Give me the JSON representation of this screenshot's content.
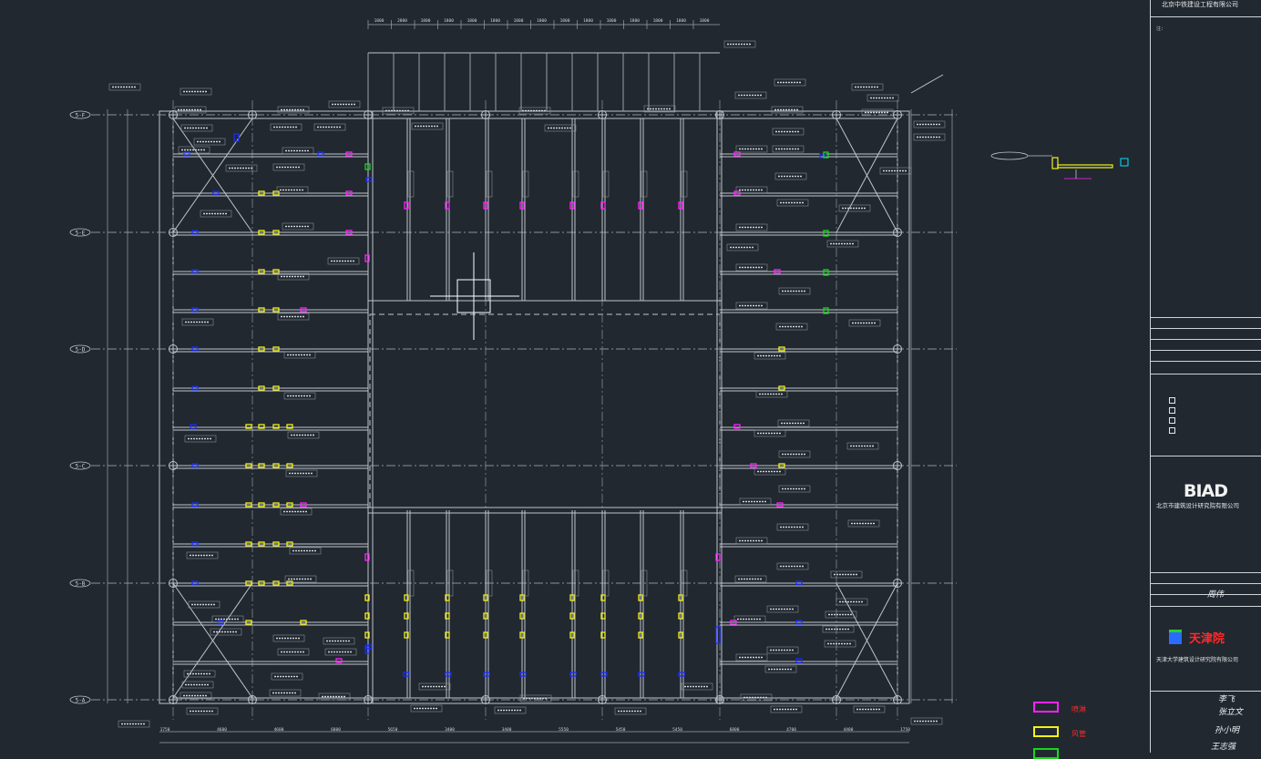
{
  "colors": {
    "background": "#212830",
    "structure": "#bfc4cc",
    "label": "#d7d7d7",
    "magenta_marker": "#ff22ff",
    "yellow_marker": "#f2f21a",
    "blue_marker": "#1a2cff",
    "green_marker": "#18d818",
    "cyan_marker": "#00e5ff"
  },
  "legend": {
    "items": [
      {
        "color": "#ff22ff",
        "label": "喷淋"
      },
      {
        "color": "#f2f21a",
        "label": "风管"
      },
      {
        "color": "#18d818",
        "label": ""
      }
    ]
  },
  "title_block": {
    "company_top": "北京中铁建设工程有限公司",
    "designer_logo": "BIAD",
    "designer_name": "北京市建筑设计研究院有限公司",
    "partner_name": "天津大学建筑设计研究院有限公司",
    "partner_logo_text": "天津院",
    "signatures": [
      "周伟",
      "李飞",
      "张立文",
      "孙小明",
      "王志强"
    ]
  },
  "axis_labels": [
    "5-F",
    "5-E",
    "5-D",
    "5-C",
    "5-B",
    "5-A"
  ],
  "dims_top": [
    "1800",
    "2800",
    "1800",
    "1800",
    "1800",
    "1800",
    "1800",
    "1800",
    "1800",
    "1800",
    "1800",
    "1800",
    "1800",
    "1800",
    "1800"
  ],
  "dims_bottom": [
    "1750",
    "4600",
    "4600",
    "6800",
    "5650",
    "3400",
    "3400",
    "5550",
    "5450",
    "5450",
    "6800",
    "4700",
    "4400",
    "1750"
  ]
}
